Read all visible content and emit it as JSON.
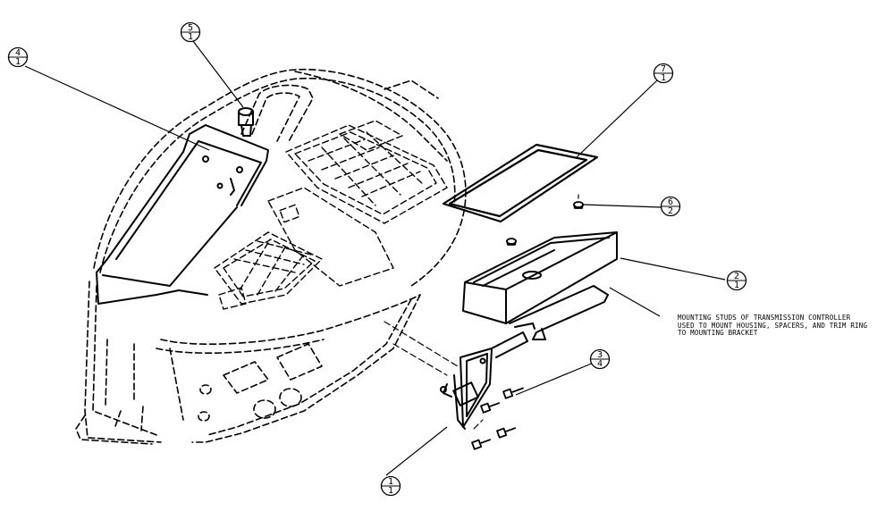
{
  "balloons": [
    {
      "id": "callout-4",
      "top": "4",
      "bottom": "1"
    },
    {
      "id": "callout-5",
      "top": "5",
      "bottom": "1"
    },
    {
      "id": "callout-7",
      "top": "7",
      "bottom": "1"
    },
    {
      "id": "callout-6",
      "top": "6",
      "bottom": "2"
    },
    {
      "id": "callout-2",
      "top": "2",
      "bottom": "1"
    },
    {
      "id": "callout-3",
      "top": "3",
      "bottom": "4"
    },
    {
      "id": "callout-1",
      "top": "1",
      "bottom": "1"
    }
  ],
  "note": {
    "line1": "MOUNTING STUDS OF TRANSMISSION CONTROLLER",
    "line2": "USED TO MOUNT HOUSING, SPACERS, AND TRIM RING",
    "line3": "TO MOUNTING BRACKET"
  }
}
